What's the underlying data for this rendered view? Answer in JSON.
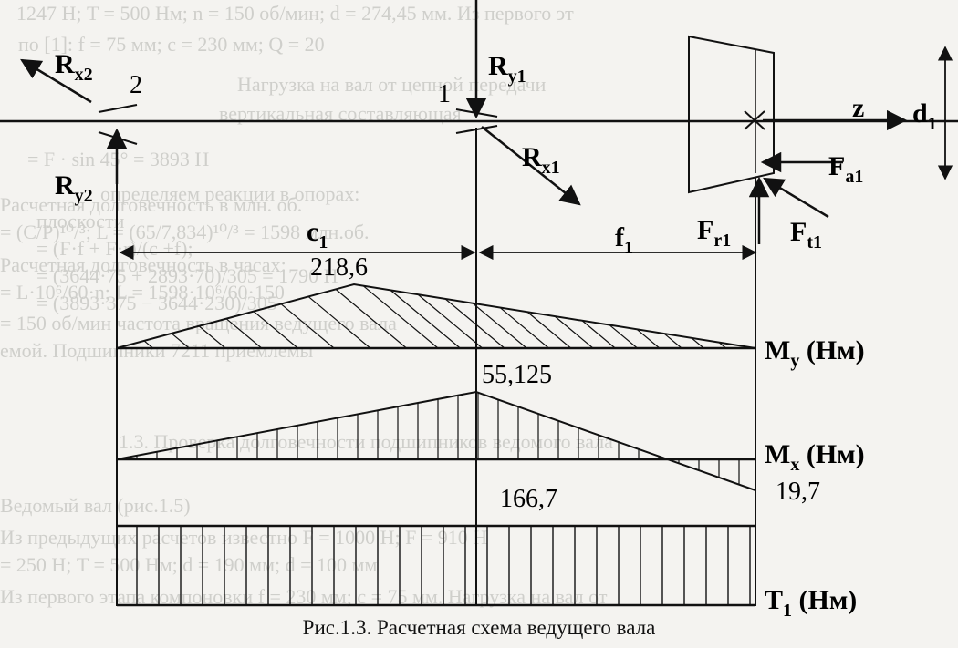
{
  "background_text": [
    "1247 Н; T = 500 Нм; n = 150 об/мин; d = 274,45 мм. Из первого эт",
    "по [1]: f = 75 мм; c = 230 мм; Q = 20",
    "Нагрузка на вал от цепной передачи",
    "вертикальная составляющая",
    "= F · sin 45° = 3893 Н",
    "определяем реакции в опорах:",
    "плоскости",
    "= (F·f + F·r)/(c +f);",
    "= (3644·75 + 2893·70)/305 = 1790 Н",
    "= (3893·375 − 3644·230)/305",
    "Расчетная долговечность в млн. об.",
    "= (C/P)¹⁰/³; L = (65/7,834)¹⁰/³ = 1598 млн.об.",
    "Расчетная долговечность в часах:",
    "= L·10⁶/60·n; L = 1598·10⁶/60·150",
    "= 150 об/мин частота вращения ведущего вала",
    "емой. Подшипники 7211 приемлемы",
    "1.3. Проверка долговечности подшипников ведомого вала",
    "Ведомый вал (рис.1.5)",
    "Из предыдущих расчетов известно F = 1000 Н; F = 910 Н",
    "= 250 Н; T = 500 Нм; d = 190 мм; d = 100 мм",
    "Из первого этапа компоновки f = 230 мм; c = 75 мм. Нагрузка на вал от"
  ],
  "labels": {
    "rx2": "Rx2",
    "rx2_main": "R",
    "rx2_sub": "x2",
    "ry2_main": "R",
    "ry2_sub": "y2",
    "ry1_main": "R",
    "ry1_sub": "y1",
    "rx1_main": "R",
    "rx1_sub": "x1",
    "fr1_main": "F",
    "fr1_sub": "r1",
    "ft1_main": "F",
    "ft1_sub": "t1",
    "fa1_main": "F",
    "fa1_sub": "a1",
    "c1_main": "c",
    "c1_sub": "1",
    "f1_main": "f",
    "f1_sub": "1",
    "d1_main": "d",
    "d1_sub": "1",
    "z": "z",
    "support1": "1",
    "support2": "2",
    "my_main": "M",
    "my_sub": "y",
    "my_unit": " (Нм)",
    "mx_main": "M",
    "mx_sub": "x",
    "mx_unit": " (Нм)",
    "t1_main": "T",
    "t1_sub": "1",
    "t1_unit": " (Нм)"
  },
  "values": {
    "my_peak": "218,6",
    "mx_peak": "55,125",
    "mx_end": "19,7",
    "t1_value": "166,7"
  },
  "caption": "Рис.1.3. Расчетная схема ведущего вала",
  "colors": {
    "ink": "#111111",
    "ghost": "#cfcfcb",
    "paper": "#f4f3f0"
  }
}
